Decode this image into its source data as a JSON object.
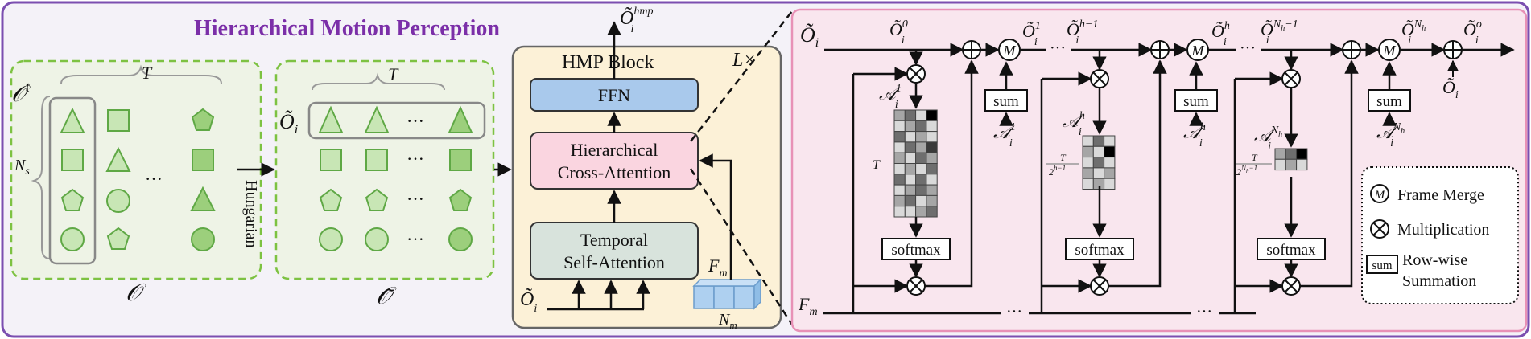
{
  "title": "Hierarchical Motion Perception",
  "left_panel": {
    "set_O": {
      "label": "𝒪",
      "superscript_label": "𝒪ᵗ",
      "t_label": "T",
      "ns_label": "N",
      "ns_sub": "s",
      "dots": "···"
    },
    "hungarian": "Hungarian",
    "set_O_tilde": {
      "label": "𝒪̃",
      "row_label": "Õ",
      "row_sub": "i",
      "t_label": "T",
      "dots": "···"
    }
  },
  "hmp_block": {
    "title": "HMP  Block",
    "repeat": "L×",
    "ffn": "FFN",
    "hca_line1": "Hierarchical",
    "hca_line2": "Cross-Attention",
    "tsa_line1": "Temporal",
    "tsa_line2": "Self-Attention",
    "input_label": "Õ",
    "input_sub": "i",
    "fm_label": "F",
    "fm_sub": "m",
    "nm_label": "N",
    "nm_sub": "m",
    "output_label": "Õ",
    "output_sub": "i",
    "output_sup": "hmp"
  },
  "detail_panel": {
    "input_label": "Õ",
    "input_sub": "i",
    "o0": "Õ",
    "o0_sup": "0",
    "o0_sub": "i",
    "o1": "Õ",
    "o1_sup": "1",
    "o1_sub": "i",
    "ohm1": "Õ",
    "ohm1_sup": "h−1",
    "ohm1_sub": "i",
    "oh": "Õ",
    "oh_sup": "h",
    "oh_sub": "i",
    "onhm1": "Õ",
    "onhm1_sup": "N",
    "onhm1_supsub": "h",
    "onhm1_supend": "−1",
    "onhm1_sub": "i",
    "onh": "Õ",
    "onh_sup": "N",
    "onh_supsub": "h",
    "onh_sub": "i",
    "oo": "Õ",
    "oo_sup": "o",
    "oo_sub": "i",
    "oi_bottom": "Õ",
    "oi_bottom_sub": "i",
    "a1": "𝒜",
    "a1_sup": "1",
    "a1_sub": "i",
    "ah": "𝒜",
    "ah_sup": "h",
    "ah_sub": "i",
    "anh": "𝒜",
    "anh_sup": "N",
    "anh_supsub": "h",
    "anh_sub": "i",
    "t_1": "T",
    "t_h": "T",
    "t_h_den": "2",
    "t_h_den_sup": "h−1",
    "t_nh_den_sup": "N",
    "t_nh_den_supsub": "h",
    "t_nh_den_supend": "−1",
    "softmax": "softmax",
    "sum": "sum",
    "merge": "M",
    "dots": "···",
    "fm_label": "F",
    "fm_sub": "m"
  },
  "legend": {
    "frame_merge": "Frame Merge",
    "multiplication": "Multiplication",
    "sum_box": "sum",
    "row_wise_1": "Row-wise",
    "row_wise_2": "Summation",
    "merge_symbol": "M"
  },
  "colors": {
    "title": "#7b2fa8",
    "outer_border": "#7b4fb0",
    "green_dash": "#7dc242",
    "green_bg": "#eef3e6",
    "shape_fill": "#c8e6b5",
    "shape_fill_dark": "#9ccf7c",
    "shape_stroke": "#5fa845",
    "hmp_bg": "#fcf1d7",
    "ffn": "#a9c9ec",
    "hca": "#fad5e0",
    "tsa": "#d8e3dc",
    "detail_bg": "#f9e6ee",
    "detail_border": "#e891b6",
    "fm_block": "#aed0f0"
  }
}
